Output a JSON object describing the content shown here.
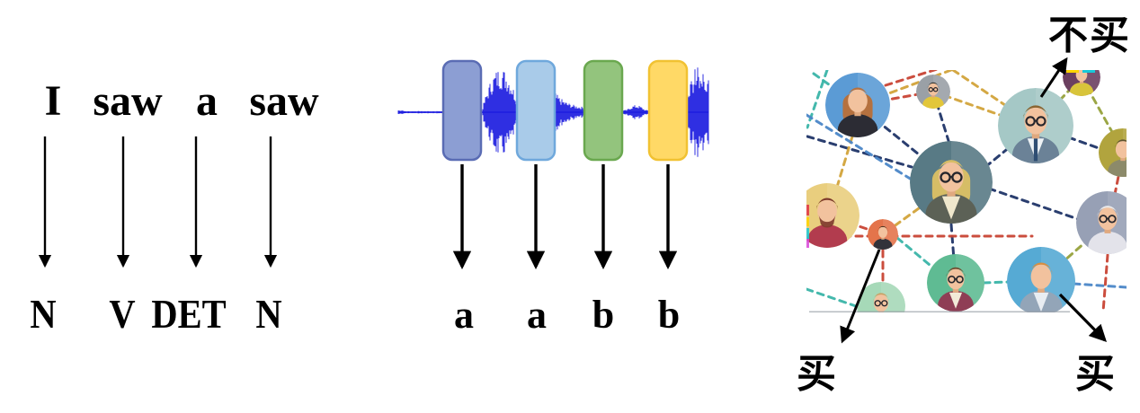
{
  "figure": {
    "description": "Three-panel sequence-labeling examples: part-of-speech tagging, audio segment classification, social network purchase prediction"
  },
  "panels": {
    "pos": {
      "name": "part-of-speech tagging",
      "sentence": "I saw a saw",
      "words": [
        "I",
        "saw",
        "a",
        "saw"
      ],
      "tags": [
        "N",
        "V",
        "DET",
        "N"
      ]
    },
    "speech": {
      "name": "audio segment classification",
      "segments": [
        {
          "label": "a",
          "fill": "#8c9ed3",
          "stroke": "#5a6cb4"
        },
        {
          "label": "a",
          "fill": "#a9cbe9",
          "stroke": "#6fa8dc"
        },
        {
          "label": "b",
          "fill": "#93c47d",
          "stroke": "#6aa84f"
        },
        {
          "label": "b",
          "fill": "#ffd966",
          "stroke": "#f1c232"
        }
      ],
      "waveform_color": "#1d1de0"
    },
    "social": {
      "name": "social network purchase prediction",
      "labels": {
        "top_right": "不买",
        "bottom_left": "买",
        "bottom_right": "买"
      },
      "arrow_color": "#000000"
    }
  }
}
